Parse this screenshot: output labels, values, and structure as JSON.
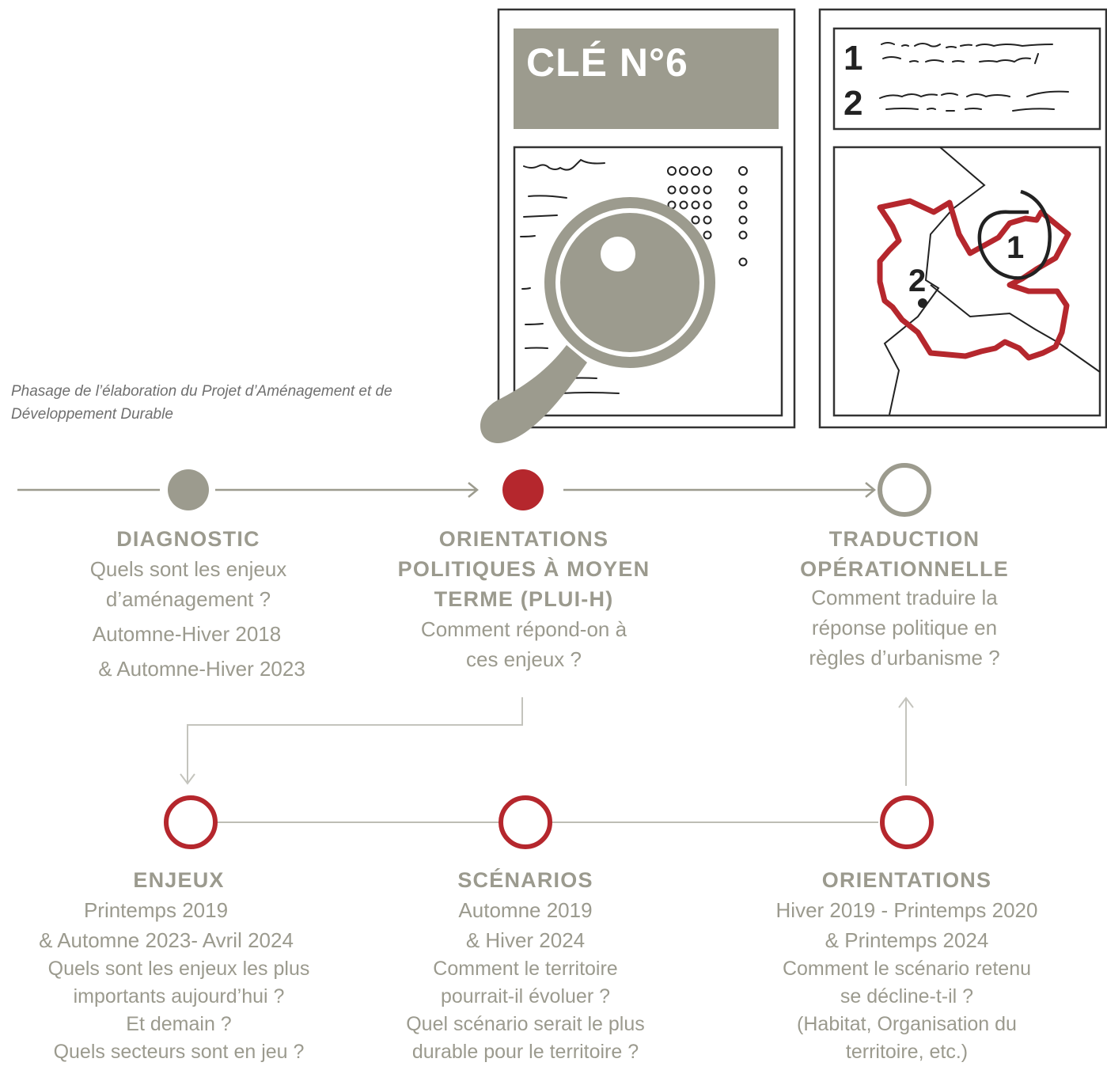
{
  "intro": {
    "line1": "Phasage de l’élaboration du Projet d’Aménagement et de",
    "line2": "Développement Durable"
  },
  "illustration": {
    "key_label": "CLÉ N°6",
    "list_numbers": [
      "1",
      "2"
    ],
    "map_numbers": [
      "1",
      "2"
    ]
  },
  "colors": {
    "grey": "#9c9b8e",
    "red": "#b5272d",
    "line": "#bdbdb5",
    "outline": "#333333"
  },
  "phases_top": [
    {
      "title": [
        "DIAGNOSTIC"
      ],
      "question": [
        "Quels sont les enjeux",
        "d’aménagement ?"
      ],
      "dates": [
        "Automne-Hiver 2018",
        "& Automne-Hiver 2023"
      ]
    },
    {
      "title": [
        "ORIENTATIONS",
        "POLITIQUES À MOYEN",
        "TERME (PLUI-H)"
      ],
      "question": [
        "Comment répond-on à",
        "ces enjeux ?"
      ]
    },
    {
      "title": [
        "TRADUCTION",
        "OPÉRATIONNELLE"
      ],
      "question": [
        "Comment traduire la",
        "réponse politique en",
        "règles d’urbanisme ?"
      ]
    }
  ],
  "phases_bottom": [
    {
      "title": "ENJEUX",
      "dates": [
        "Printemps 2019",
        "& Automne 2023- Avril 2024"
      ],
      "question": [
        "Quels sont les enjeux les plus",
        "importants aujourd’hui ?",
        "Et demain ?",
        "Quels secteurs sont en jeu ?"
      ]
    },
    {
      "title": "SCÉNARIOS",
      "dates": [
        "Automne 2019",
        "& Hiver 2024"
      ],
      "question": [
        "Comment le territoire",
        "pourrait-il évoluer ?",
        "Quel scénario serait le plus",
        "durable pour le territoire ?"
      ]
    },
    {
      "title": "ORIENTATIONS",
      "dates": [
        "Hiver 2019 - Printemps 2020",
        "& Printemps 2024"
      ],
      "question": [
        "Comment le scénario retenu",
        "se décline-t-il ?",
        "(Habitat, Organisation du",
        "territoire, etc.)"
      ]
    }
  ]
}
